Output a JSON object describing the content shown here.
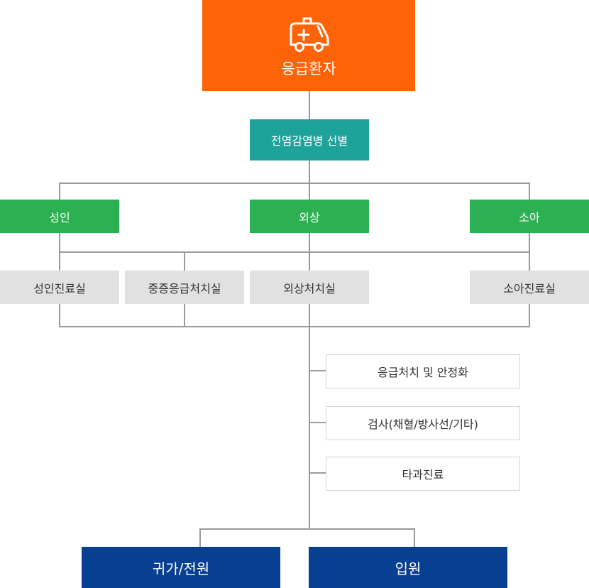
{
  "top": {
    "label": "응급환자",
    "icon": "ambulance-icon",
    "color": "#ff6307"
  },
  "screening": {
    "label": "전염감염병 선별",
    "color": "#1ea39b"
  },
  "categories": [
    {
      "label": "성인"
    },
    {
      "label": "외상"
    },
    {
      "label": "소아"
    }
  ],
  "rooms": [
    {
      "label": "성인진료실"
    },
    {
      "label": "중증응급처치실"
    },
    {
      "label": "외상처치실"
    },
    {
      "label": "소아진료실"
    }
  ],
  "steps": [
    {
      "label": "응급처치 및 안정화"
    },
    {
      "label": "검사(채혈/방사선/기타)"
    },
    {
      "label": "타과진료"
    }
  ],
  "outcomes": [
    {
      "label": "귀가/전원"
    },
    {
      "label": "입원"
    }
  ],
  "colors": {
    "category": "#2cb152",
    "room": "#e1e1e1",
    "outcome": "#073f92",
    "connector": "#9a9a9a"
  }
}
